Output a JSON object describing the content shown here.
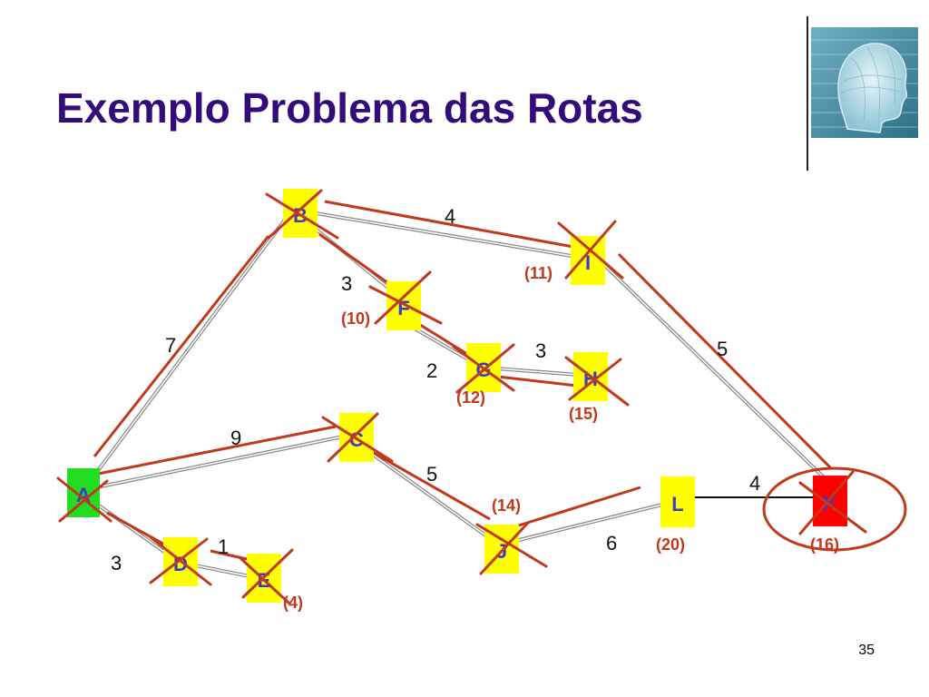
{
  "slide": {
    "title": "Exemplo Problema das Rotas",
    "page_number": "35"
  },
  "colors": {
    "title": "#330b7a",
    "node_default": "#ffff00",
    "node_start": "#22dd22",
    "node_goal": "#ff0000",
    "path": "#c0391b",
    "edge": "#8a8a8a"
  },
  "graph": {
    "nodes": [
      {
        "id": "A",
        "label": "A",
        "role": "start"
      },
      {
        "id": "B",
        "label": "B",
        "role": "normal"
      },
      {
        "id": "C",
        "label": "C",
        "role": "normal"
      },
      {
        "id": "D",
        "label": "D",
        "role": "normal"
      },
      {
        "id": "E",
        "label": "E",
        "role": "normal"
      },
      {
        "id": "F",
        "label": "F",
        "role": "normal"
      },
      {
        "id": "G",
        "label": "G",
        "role": "normal"
      },
      {
        "id": "H",
        "label": "H",
        "role": "normal"
      },
      {
        "id": "I",
        "label": "I",
        "role": "normal"
      },
      {
        "id": "J",
        "label": "J",
        "role": "normal"
      },
      {
        "id": "K",
        "label": "K",
        "role": "goal"
      },
      {
        "id": "L",
        "label": "L",
        "role": "normal"
      }
    ],
    "edges": [
      {
        "from": "A",
        "to": "B",
        "weight": "7"
      },
      {
        "from": "A",
        "to": "C",
        "weight": "9"
      },
      {
        "from": "A",
        "to": "D",
        "weight": "3"
      },
      {
        "from": "D",
        "to": "E",
        "weight": "1"
      },
      {
        "from": "B",
        "to": "I",
        "weight": "4"
      },
      {
        "from": "B",
        "to": "F",
        "weight": "3"
      },
      {
        "from": "F",
        "to": "G",
        "weight": "2"
      },
      {
        "from": "G",
        "to": "H",
        "weight": "3"
      },
      {
        "from": "I",
        "to": "K",
        "weight": "5"
      },
      {
        "from": "C",
        "to": "J",
        "weight": "5"
      },
      {
        "from": "J",
        "to": "L",
        "weight": "6"
      },
      {
        "from": "L",
        "to": "K",
        "weight": "4"
      }
    ],
    "crossed_out_nodes": [
      "A",
      "B",
      "C",
      "D",
      "E",
      "F",
      "G",
      "H",
      "I",
      "J",
      "K"
    ],
    "circled_node": "K",
    "costs": [
      {
        "node": "I",
        "text": "(11)"
      },
      {
        "node": "F",
        "text": "(10)"
      },
      {
        "node": "G",
        "text": "(12)"
      },
      {
        "node": "H",
        "text": "(15)"
      },
      {
        "node": "J",
        "text": "(14)"
      },
      {
        "node": "E",
        "text": "(4)"
      },
      {
        "node": "L",
        "text": "(20)"
      },
      {
        "node": "K",
        "text": "(16)"
      }
    ]
  }
}
